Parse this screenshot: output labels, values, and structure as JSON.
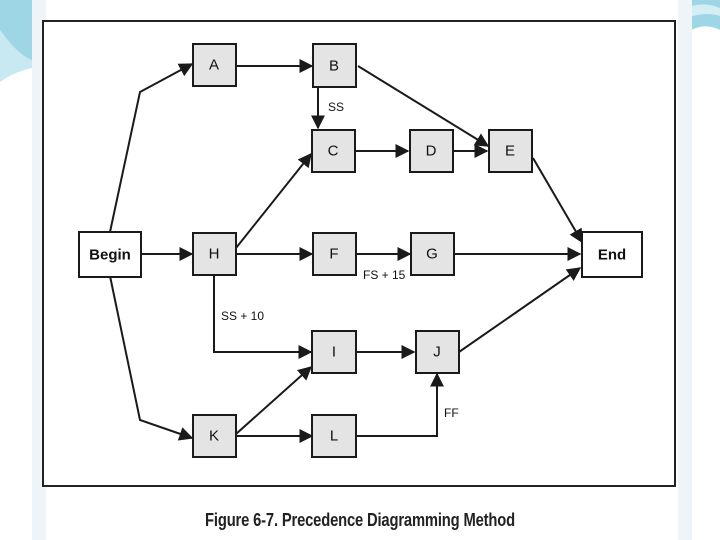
{
  "slide": {
    "caption": "Figure 6-7. Precedence Diagramming Method",
    "accent_color": "#7fc4d8"
  },
  "nodes": {
    "begin": "Begin",
    "a": "A",
    "b": "B",
    "c": "C",
    "d": "D",
    "e": "E",
    "h": "H",
    "f": "F",
    "g": "G",
    "end": "End",
    "i": "I",
    "j": "J",
    "k": "K",
    "l": "L"
  },
  "edge_labels": {
    "b_c": "SS",
    "f_g": "FS + 15",
    "h_i": "SS + 10",
    "l_j": "FF"
  }
}
